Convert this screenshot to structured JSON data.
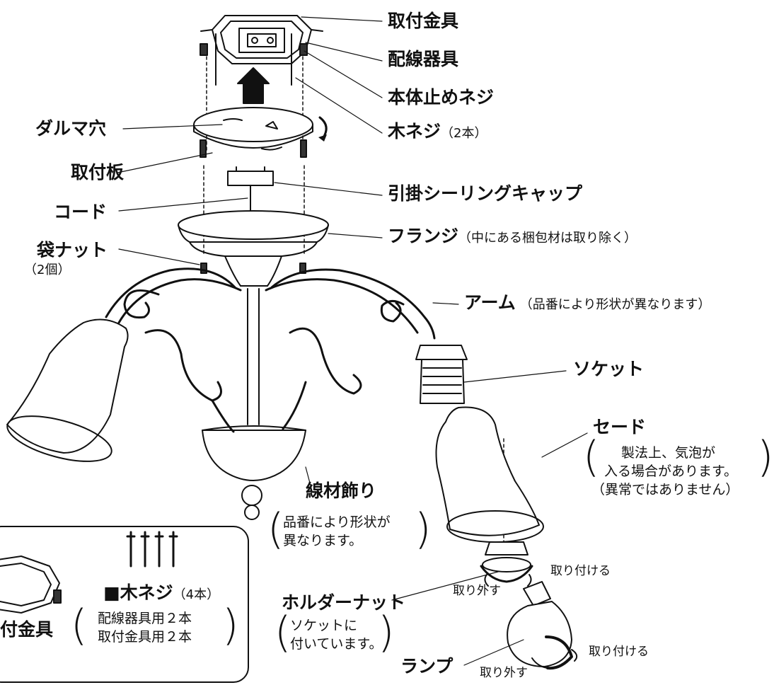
{
  "labels": {
    "toritsuke_kanagu": "取付金具",
    "haisen_kigu": "配線器具",
    "hontai_tome_neji": "本体止めネジ",
    "moku_neji": "木ネジ",
    "moku_neji_count": "（2本）",
    "daruma_ana": "ダルマ穴",
    "toritsuke_ita": "取付板",
    "hikikake_cap": "引掛シーリングキャップ",
    "cord": "コード",
    "flange": "フランジ",
    "flange_note": "（中にある梱包材は取り除く）",
    "fukuro_nut": "袋ナット",
    "fukuro_nut_count": "（2個）",
    "arm": "アーム",
    "arm_note": "（品番により形状が異なります）",
    "socket": "ソケット",
    "shade": "セード",
    "shade_note": [
      "製法上、気泡が",
      "入る場合があります。",
      "（異常ではありません）"
    ],
    "senzai_kazari": "線材飾り",
    "senzai_note": [
      "品番により形状が",
      "異なります。"
    ],
    "holder_nut": "ホルダーナット",
    "holder_note": [
      "ソケットに",
      "付いています。"
    ],
    "toritsukeru_1": "取り付ける",
    "torihazusu_1": "取り外す",
    "lamp": "ランプ",
    "toritsukeru_2": "取り付ける",
    "torihazusu_2": "取り外す"
  },
  "inset": {
    "bracket_label": "付金具",
    "screw_title_mark": "■",
    "screw_title": "木ネジ",
    "screw_count": "（4本）",
    "screw_use": [
      "配線器具用２本",
      "取付金具用２本"
    ]
  }
}
